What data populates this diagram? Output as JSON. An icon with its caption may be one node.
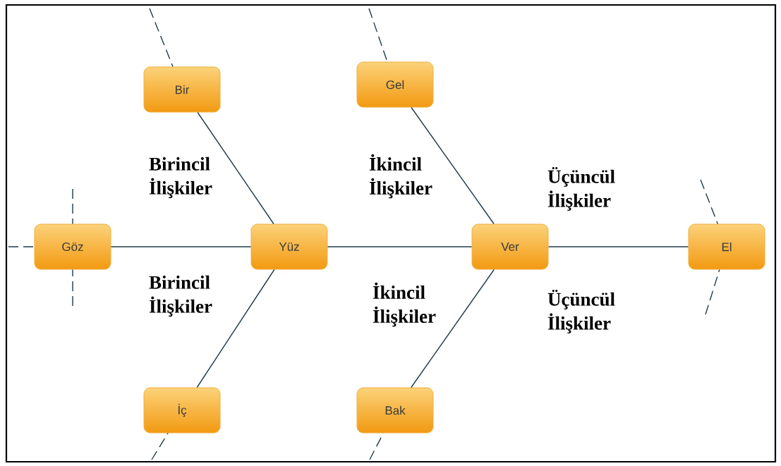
{
  "diagram": {
    "nodes": [
      {
        "text": [
          "Bir"
        ]
      },
      {
        "text": [
          "Gel"
        ]
      },
      {
        "text": [
          "Göz"
        ]
      },
      {
        "text": [
          "Yüz"
        ]
      },
      {
        "text": [
          "Ver"
        ]
      },
      {
        "text": [
          "El"
        ]
      },
      {
        "text": [
          "İç"
        ]
      },
      {
        "text": [
          "Bak"
        ]
      }
    ],
    "edges": [
      {
        "from": 2,
        "to": 3,
        "arrow": "none"
      },
      {
        "from": 3,
        "to": 4,
        "arrow": "none"
      },
      {
        "from": 4,
        "to": 5,
        "arrow": "none"
      },
      {
        "from": 0,
        "to": 3,
        "arrow": "none"
      },
      {
        "from": 6,
        "to": 3,
        "arrow": "none"
      },
      {
        "from": 1,
        "to": 4,
        "arrow": "none"
      },
      {
        "from": 7,
        "to": 4,
        "arrow": "none"
      },
      {
        "from": null,
        "to": 0,
        "arrow": "none",
        "style": "dashed"
      },
      {
        "from": null,
        "to": 1,
        "arrow": "none",
        "style": "dashed"
      },
      {
        "from": null,
        "to": 2,
        "arrow": "none",
        "style": "dashed"
      },
      {
        "from": null,
        "to": 2,
        "arrow": "none",
        "style": "dashed"
      },
      {
        "from": null,
        "to": 2,
        "arrow": "none",
        "style": "dashed"
      },
      {
        "from": null,
        "to": 5,
        "arrow": "none",
        "style": "dashed"
      },
      {
        "from": null,
        "to": 5,
        "arrow": "none",
        "style": "dashed"
      },
      {
        "from": null,
        "to": 6,
        "arrow": "none",
        "style": "dashed"
      },
      {
        "from": null,
        "to": 7,
        "arrow": "none",
        "style": "dashed"
      }
    ],
    "labels": [
      "Birincil İlişkiler",
      "İkincil İlişkiler",
      "Üçüncül İlişkiler",
      "Birincil İlişkiler",
      "İkincil İlişkiler",
      "Üçüncül İlişkiler"
    ]
  }
}
